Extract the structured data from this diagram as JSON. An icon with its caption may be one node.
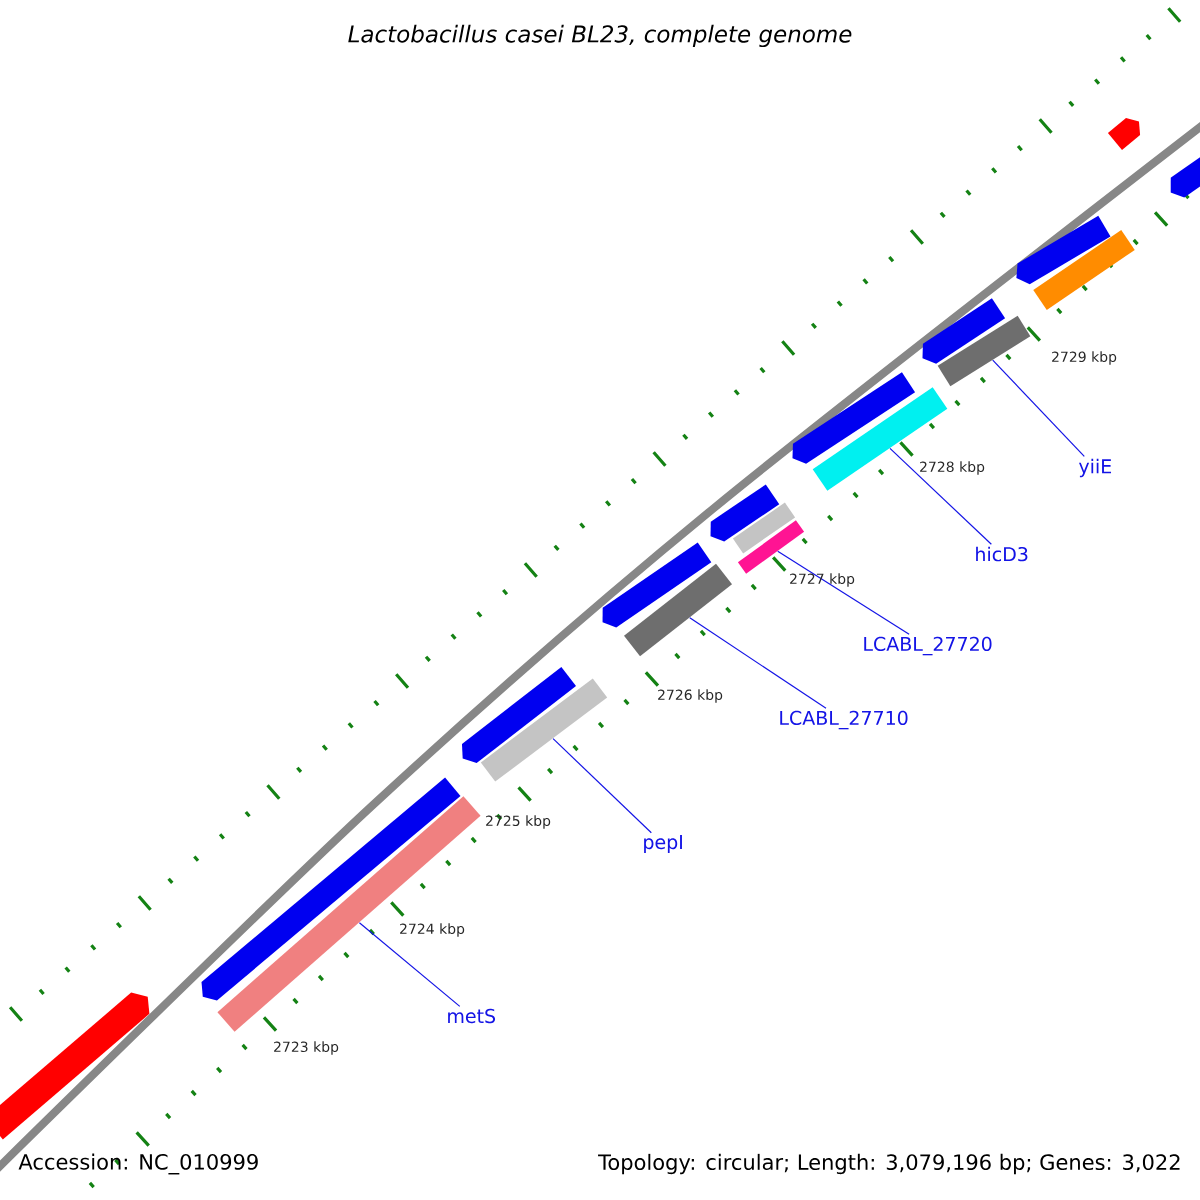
{
  "diagram": {
    "title": "Lactobacillus casei BL23, complete genome",
    "nodes": [
      {
        "text": [
          "metS"
        ]
      },
      {
        "text": [
          "pepI"
        ]
      },
      {
        "text": [
          "LCABL_27710"
        ]
      },
      {
        "text": [
          "LCABL_27720"
        ]
      },
      {
        "text": [
          "hicD3"
        ]
      },
      {
        "text": [
          "yiiE"
        ]
      },
      {
        "text": [],
        "shape": "bar"
      },
      {
        "text": [],
        "shape": "bar"
      },
      {
        "text": [],
        "shape": "bar"
      },
      {
        "text": [],
        "shape": "bar"
      },
      {
        "text": [],
        "shape": "bar"
      },
      {
        "text": [],
        "shape": "bar"
      },
      {
        "text": [],
        "shape": "arrow"
      },
      {
        "text": [],
        "shape": "arrow"
      },
      {
        "text": [],
        "shape": "arrow"
      },
      {
        "text": [],
        "shape": "arrow"
      },
      {
        "text": [],
        "shape": "arrow"
      },
      {
        "text": [],
        "shape": "arrow"
      },
      {
        "text": [],
        "shape": "arrow"
      },
      {
        "text": [],
        "shape": "arrow"
      },
      {
        "text": [],
        "shape": "arrow"
      },
      {
        "text": [],
        "shape": "arrow"
      },
      {
        "text": [],
        "shape": "bar"
      },
      {
        "text": [],
        "shape": "bar"
      }
    ],
    "edges": [
      {
        "from": 0,
        "to": 6,
        "arrow": "none"
      },
      {
        "from": 1,
        "to": 7,
        "arrow": "none"
      },
      {
        "from": 2,
        "to": 8,
        "arrow": "none"
      },
      {
        "from": 3,
        "to": 9,
        "arrow": "none"
      },
      {
        "from": 4,
        "to": 10,
        "arrow": "none"
      },
      {
        "from": 5,
        "to": 11,
        "arrow": "none"
      }
    ],
    "labels": [
      "2729 kbp",
      "2728 kbp",
      "2727 kbp",
      "2726 kbp",
      "2725 kbp",
      "2724 kbp",
      "2723 kbp",
      "Accession: NC_010999",
      "Topology: circular; Length: 3,079,196 bp; Genes: 3,022"
    ]
  }
}
